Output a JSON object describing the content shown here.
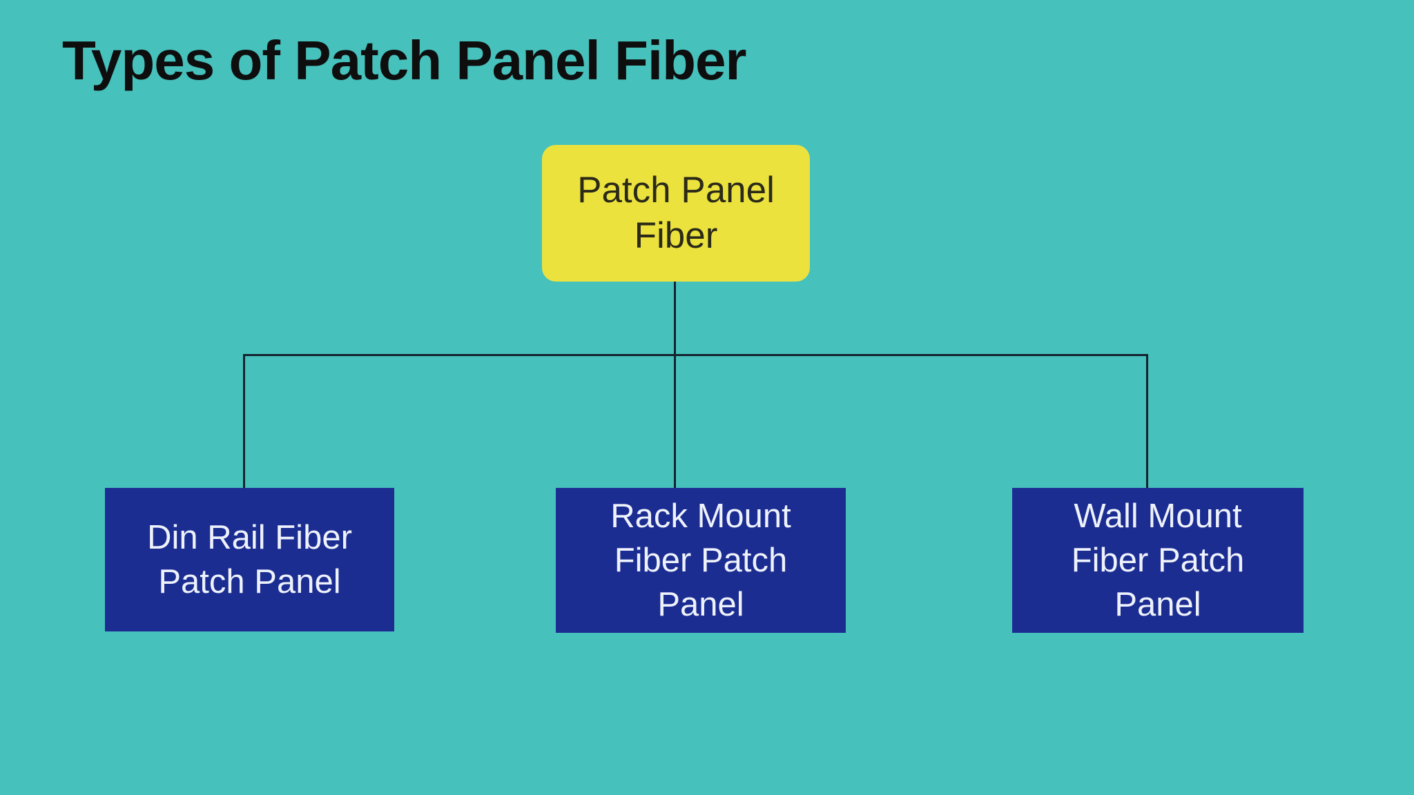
{
  "page": {
    "title": "Types of Patch Panel Fiber"
  },
  "colors": {
    "background": "#47c1bc",
    "root_node_fill": "#ece23e",
    "root_node_text": "#2b2a18",
    "child_node_fill": "#1c2d91",
    "child_node_text": "#eef2fc",
    "connector_line": "#14222f",
    "title_text": "#0e0e0e"
  },
  "diagram": {
    "type": "tree",
    "root": {
      "label": "Patch Panel Fiber",
      "label_lines": [
        "Patch Panel",
        "Fiber"
      ]
    },
    "children": [
      {
        "label": "Din Rail Fiber Patch Panel",
        "label_lines": [
          "Din Rail Fiber",
          "Patch Panel"
        ]
      },
      {
        "label": "Rack Mount Fiber Patch Panel",
        "label_lines": [
          "Rack Mount",
          "Fiber Patch",
          "Panel"
        ]
      },
      {
        "label": "Wall Mount Fiber Patch Panel",
        "label_lines": [
          "Wall Mount",
          "Fiber Patch",
          "Panel"
        ]
      }
    ]
  }
}
